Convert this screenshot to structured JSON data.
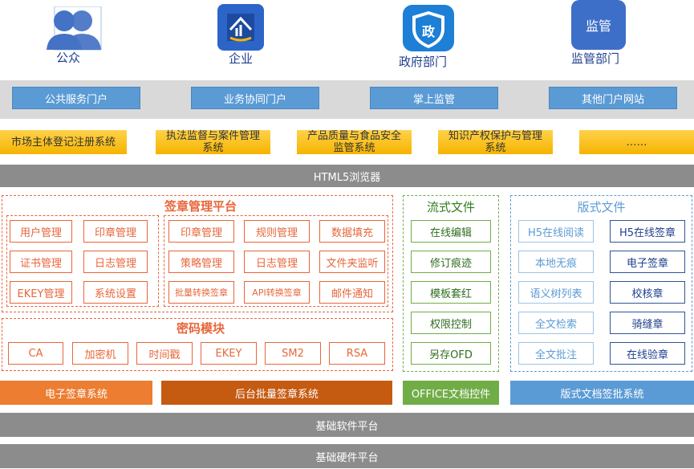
{
  "roles": [
    {
      "label": "公众",
      "icon": "people-icon"
    },
    {
      "label": "企业",
      "icon": "enterprise-logo-icon"
    },
    {
      "label": "政府部门",
      "icon": "government-shield-icon",
      "badge": "政"
    },
    {
      "label": "监管部门",
      "icon": "regulator-icon",
      "badge": "监管"
    }
  ],
  "portals": [
    "公共服务门户",
    "业务协同门户",
    "掌上监管",
    "其他门户网站"
  ],
  "business_systems": [
    "市场主体登记注册系统",
    "执法监督与案件管理系统",
    "产品质量与食品安全监管系统",
    "知识产权保护与管理系统",
    "……"
  ],
  "browser_bar": "HTML5浏览器",
  "signature_platform": {
    "title": "签章管理平台",
    "left_cells": [
      "用户管理",
      "印章管理",
      "证书管理",
      "日志管理",
      "EKEY管理",
      "系统设置"
    ],
    "right_cells": [
      "印章管理",
      "规则管理",
      "数据填充",
      "策略管理",
      "日志管理",
      "文件夹监听",
      "批量转换签章",
      "API转换签章",
      "邮件通知"
    ]
  },
  "crypto_module": {
    "title": "密码模块",
    "cells": [
      "CA",
      "加密机",
      "时间戳",
      "EKEY",
      "SM2",
      "RSA"
    ]
  },
  "flow_docs": {
    "title": "流式文件",
    "cells": [
      "在线编辑",
      "修订痕迹",
      "模板套红",
      "权限控制",
      "另存OFD"
    ]
  },
  "layout_docs": {
    "title": "版式文件",
    "left_cells": [
      "H5在线阅读",
      "本地无痕",
      "语义树列表",
      "全文检索",
      "全文批注"
    ],
    "right_cells": [
      "H5在线签章",
      "电子签章",
      "校核章",
      "骑缝章",
      "在线验章"
    ]
  },
  "system_bars": [
    "电子签章系统",
    "后台批量签章系统",
    "OFFICE文档控件",
    "版式文档签批系统"
  ],
  "base_software": "基础软件平台",
  "base_hardware": "基础硬件平台",
  "colors": {
    "orange": "#ed7d31",
    "dark_orange": "#c55a11",
    "green": "#70ad47",
    "blue": "#5b9bd5",
    "gold": "#ffc000",
    "grey": "#8c8c8c"
  }
}
